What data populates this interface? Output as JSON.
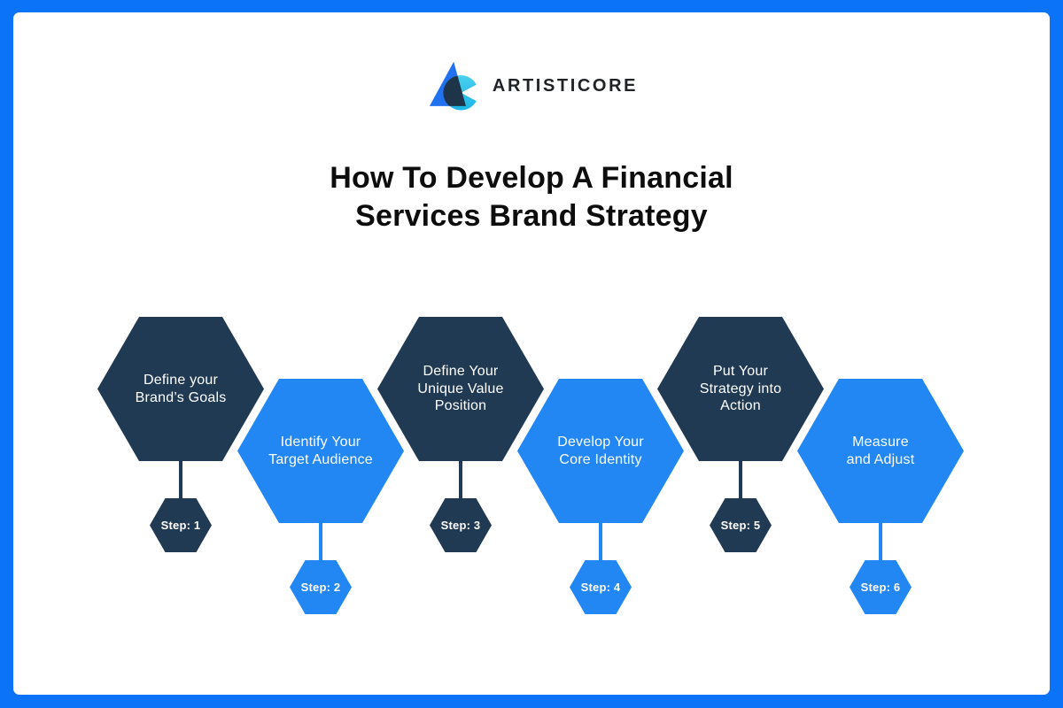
{
  "page": {
    "frame_color": "#0a73f7",
    "panel_color": "#ffffff"
  },
  "logo": {
    "brand": "ARTISTICORE",
    "icon": {
      "name": "artisticore-triangle-circle-mark",
      "triangle_color": "#2272f0",
      "circle_color_top": "#49cfee",
      "circle_color_bottom": "#1cb5e7",
      "overlap_color": "#1e3449"
    }
  },
  "title": {
    "line1": "How To Develop A Financial",
    "line2": "Services Brand Strategy"
  },
  "colors": {
    "hex_dark": "#203a53",
    "hex_blue": "#2287f2",
    "label_text": "#ffffff",
    "title_text": "#0d0d0d"
  },
  "steps": [
    {
      "step": "Step: 1",
      "variant": "dark",
      "label_lines": [
        "Define your",
        "Brand’s Goals"
      ]
    },
    {
      "step": "Step: 2",
      "variant": "blue",
      "label_lines": [
        "Identify Your",
        "Target Audience"
      ]
    },
    {
      "step": "Step: 3",
      "variant": "dark",
      "label_lines": [
        "Define Your",
        "Unique Value",
        "Position"
      ]
    },
    {
      "step": "Step: 4",
      "variant": "blue",
      "label_lines": [
        "Develop Your",
        "Core Identity"
      ]
    },
    {
      "step": "Step: 5",
      "variant": "dark",
      "label_lines": [
        "Put Your",
        "Strategy into",
        "Action"
      ]
    },
    {
      "step": "Step: 6",
      "variant": "blue",
      "label_lines": [
        "Measure",
        "and Adjust"
      ]
    }
  ]
}
